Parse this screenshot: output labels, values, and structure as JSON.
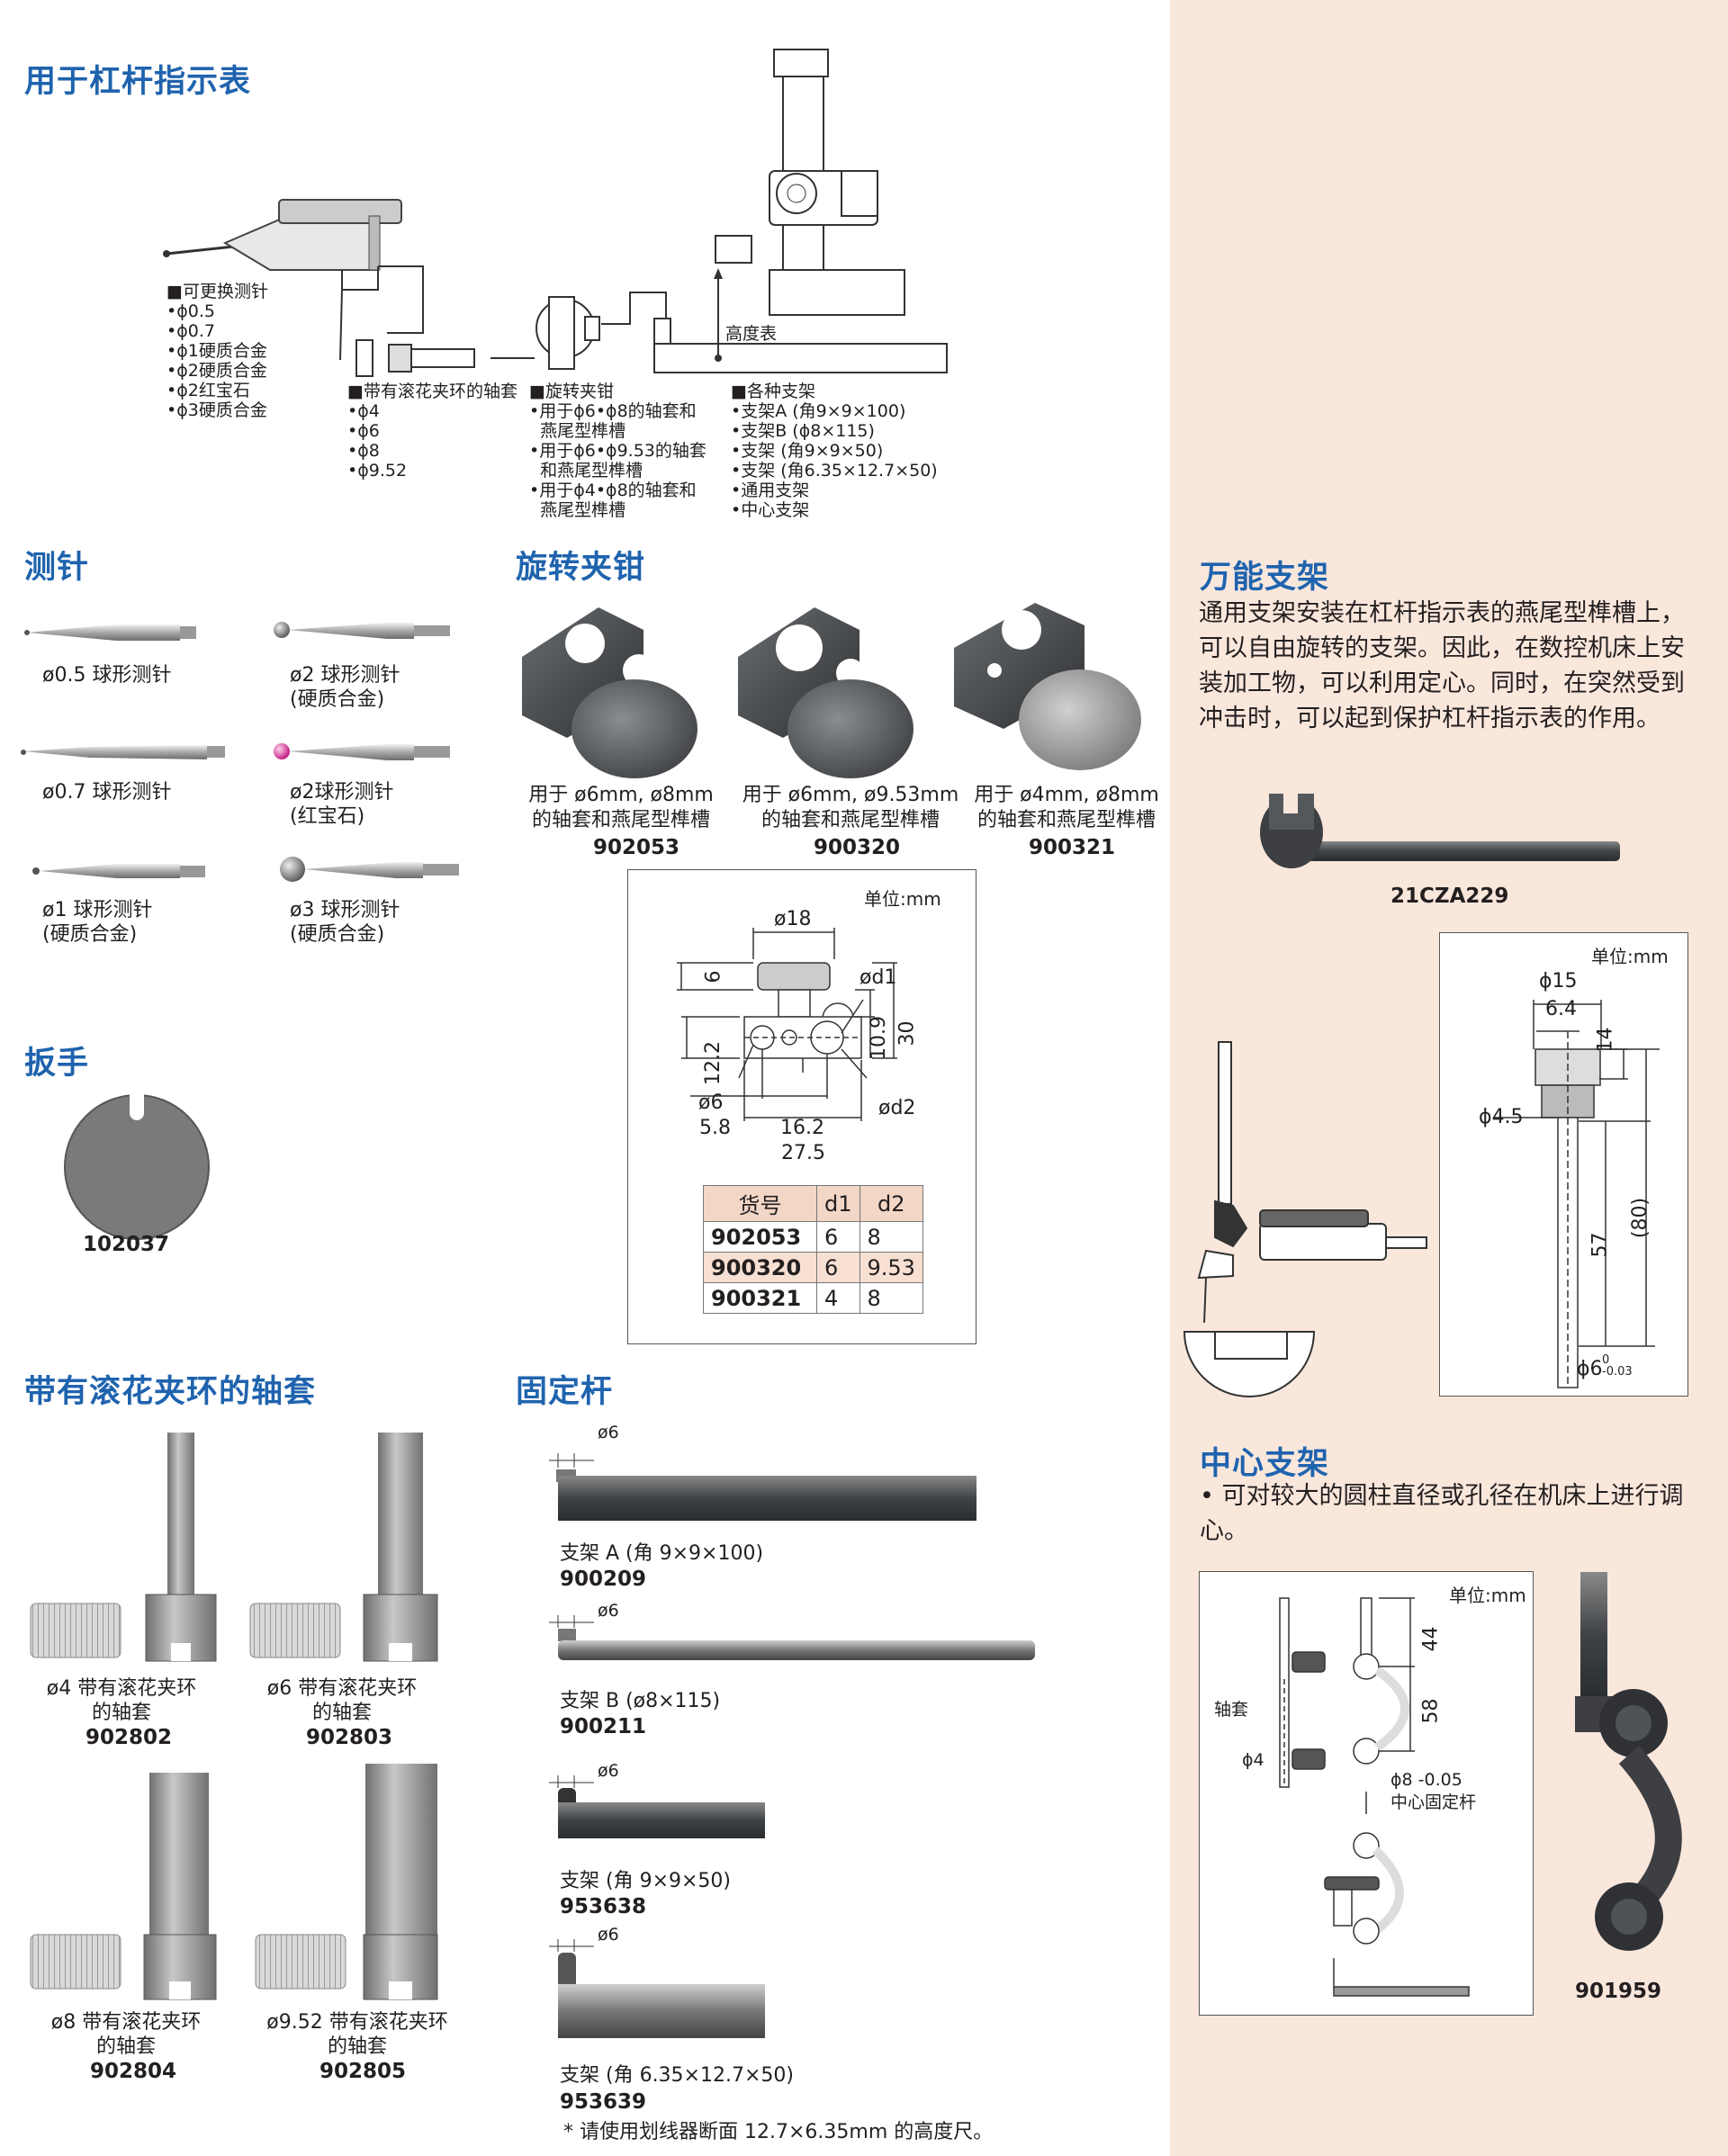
{
  "sections": {
    "main": "用于杠杆指示表",
    "stylus": "测针",
    "swivel_clamp": "旋转夹钳",
    "wrench": "扳手",
    "knurled_sleeve": "带有滚花夹环的轴套",
    "fixing_rod": "固定杆",
    "universal_holder": "万能支架",
    "center_holder": "中心支架"
  },
  "overview": {
    "stylus_list": [
      "■可更换测针",
      "•ϕ0.5",
      "•ϕ0.7",
      "•ϕ1硬质合金",
      "•ϕ2硬质合金",
      "•ϕ2红宝石",
      "•ϕ3硬质合金"
    ],
    "sleeve_list": [
      "■带有滚花夹环的轴套",
      "•ϕ4",
      "•ϕ6",
      "•ϕ8",
      "•ϕ9.52"
    ],
    "clamp_list": [
      "■旋转夹钳",
      "•用于ϕ6•ϕ8的轴套和",
      "  燕尾型榫槽",
      "•用于ϕ6•ϕ9.53的轴套",
      "  和燕尾型榫槽",
      "•用于ϕ4•ϕ8的轴套和",
      "  燕尾型榫槽"
    ],
    "holder_list": [
      "■各种支架",
      "•支架A (角9×9×100)",
      "•支架B (ϕ8×115)",
      "•支架 (角9×9×50)",
      "•支架 (角6.35×12.7×50)",
      "•通用支架",
      "•中心支架"
    ],
    "height_gauge_label": "高度表"
  },
  "styli": [
    {
      "label1": "ø0.5 球形测针",
      "label2": ""
    },
    {
      "label1": "ø2 球形测针",
      "label2": "(硬质合金)"
    },
    {
      "label1": "ø0.7 球形测针",
      "label2": ""
    },
    {
      "label1": "ø2球形测针",
      "label2": "(红宝石)"
    },
    {
      "label1": "ø1 球形测针",
      "label2": "(硬质合金)"
    },
    {
      "label1": "ø3 球形测针",
      "label2": "(硬质合金)"
    }
  ],
  "clamps": [
    {
      "line1": "用于 ø6mm, ø8mm",
      "line2": "的轴套和燕尾型榫槽",
      "code": "902053"
    },
    {
      "line1": "用于 ø6mm, ø9.53mm",
      "line2": "的轴套和燕尾型榫槽",
      "code": "900320"
    },
    {
      "line1": "用于 ø4mm, ø8mm",
      "line2": "的轴套和燕尾型榫槽",
      "code": "900321"
    }
  ],
  "clamp_drawing": {
    "unit": "单位:mm",
    "dims": {
      "d18": "ø18",
      "d6top": "6",
      "dd1": "ød1",
      "d10_9": "10.9",
      "d30": "30",
      "d12_2": "12.2",
      "d6": "ø6",
      "dd2": "ød2",
      "d5_8": "5.8",
      "d16_2": "16.2",
      "d27_5": "27.5"
    },
    "table_header": [
      "货号",
      "d1",
      "d2"
    ],
    "table_rows": [
      [
        "902053",
        "6",
        "8"
      ],
      [
        "900320",
        "6",
        "9.53"
      ],
      [
        "900321",
        "4",
        "8"
      ]
    ]
  },
  "wrench": {
    "code": "102037"
  },
  "sleeves": [
    {
      "line1": "ø4 带有滚花夹环",
      "line2": "的轴套",
      "code": "902802"
    },
    {
      "line1": "ø6 带有滚花夹环",
      "line2": "的轴套",
      "code": "902803"
    },
    {
      "line1": "ø8 带有滚花夹环",
      "line2": "的轴套",
      "code": "902804"
    },
    {
      "line1": "ø9.52 带有滚花夹环",
      "line2": "的轴套",
      "code": "902805"
    }
  ],
  "rods": [
    {
      "dim": "ø6",
      "label": "支架 A (角 9×9×100)",
      "code": "900209"
    },
    {
      "dim": "ø6",
      "label": "支架 B (ø8×115)",
      "code": "900211"
    },
    {
      "dim": "ø6",
      "label": "支架 (角 9×9×50)",
      "code": "953638"
    },
    {
      "dim": "ø6",
      "label": "支架 (角 6.35×12.7×50)",
      "code": "953639"
    }
  ],
  "rod_note": "* 请使用划线器断面 12.7×6.35mm 的高度尺。",
  "universal": {
    "paragraph": "通用支架安装在杠杆指示表的燕尾型榫槽上，可以自由旋转的支架。因此，在数控机床上安装加工物，可以利用定心。同时，在突然受到冲击时，可以起到保护杠杆指示表的作用。",
    "code": "21CZA229",
    "unit": "单位:mm",
    "dims": {
      "d15": "ϕ15",
      "d6_4": "6.4",
      "d14": "14",
      "d4_5": "ϕ4.5",
      "d57": "57",
      "d80": "(80)",
      "d6": "ϕ6",
      "tol": "0\n-0.03"
    }
  },
  "center": {
    "bullet": "• 可对较大的圆柱直径或孔径在机床上进行调心。",
    "unit": "单位:mm",
    "labels": {
      "sleeve": "轴套",
      "d4": "ϕ4",
      "d44": "44",
      "d58": "58",
      "d8": "ϕ8 -0.05",
      "fix_rod": "中心固定杆"
    },
    "code": "901959"
  },
  "colors": {
    "title_blue": "#1f63ae",
    "panel": "#fae7dc",
    "metal": "#a9a9a9",
    "dark": "#3b3d40"
  }
}
